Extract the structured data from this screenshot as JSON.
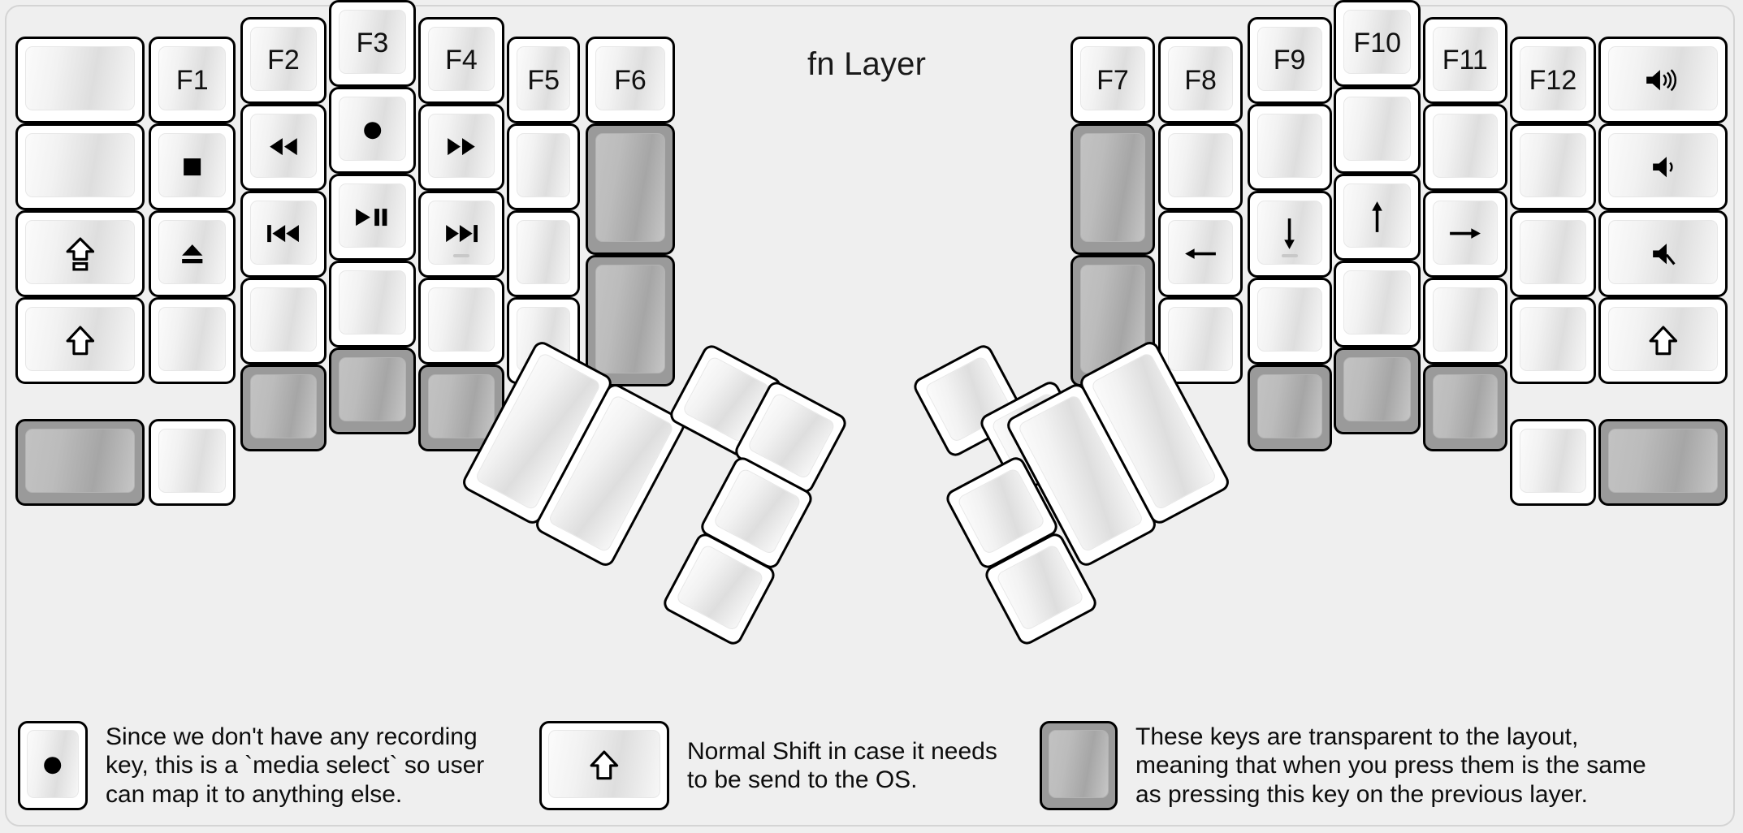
{
  "title": "fn Layer",
  "colors": {
    "background": "#efefef",
    "key_face": "#ffffff",
    "key_outline": "#000000",
    "transparent_key": "#9a9a9a"
  },
  "left_half": {
    "columns": [
      {
        "name": "col-1-outer",
        "keys": [
          {
            "label": "",
            "glyph": "",
            "transparent": false
          },
          {
            "label": "",
            "glyph": "",
            "transparent": false
          },
          {
            "label": "",
            "glyph": "caps-lock-icon",
            "transparent": false
          },
          {
            "label": "",
            "glyph": "shift-icon",
            "transparent": false
          },
          {
            "label": "",
            "glyph": "",
            "transparent": true
          }
        ]
      },
      {
        "name": "col-2-f1",
        "keys": [
          {
            "label": "F1",
            "glyph": "",
            "transparent": false
          },
          {
            "label": "",
            "glyph": "media-stop-icon",
            "transparent": false
          },
          {
            "label": "",
            "glyph": "media-eject-icon",
            "transparent": false
          },
          {
            "label": "",
            "glyph": "",
            "transparent": false
          },
          {
            "label": "",
            "glyph": "",
            "transparent": false
          }
        ]
      },
      {
        "name": "col-3-f2",
        "keys": [
          {
            "label": "F2",
            "glyph": "",
            "transparent": false
          },
          {
            "label": "",
            "glyph": "media-rewind-icon",
            "transparent": false
          },
          {
            "label": "",
            "glyph": "media-prev-track-icon",
            "transparent": false
          },
          {
            "label": "",
            "glyph": "",
            "transparent": false
          },
          {
            "label": "",
            "glyph": "",
            "transparent": true
          }
        ]
      },
      {
        "name": "col-4-f3",
        "keys": [
          {
            "label": "F3",
            "glyph": "",
            "transparent": false
          },
          {
            "label": "",
            "glyph": "media-record-icon",
            "transparent": false
          },
          {
            "label": "",
            "glyph": "media-play-pause-icon",
            "transparent": false
          },
          {
            "label": "",
            "glyph": "",
            "transparent": false
          },
          {
            "label": "",
            "glyph": "",
            "transparent": true
          }
        ]
      },
      {
        "name": "col-5-f4",
        "keys": [
          {
            "label": "F4",
            "glyph": "",
            "transparent": false
          },
          {
            "label": "",
            "glyph": "media-fast-forward-icon",
            "transparent": false
          },
          {
            "label": "",
            "glyph": "media-next-track-icon",
            "transparent": false,
            "homing": true
          },
          {
            "label": "",
            "glyph": "",
            "transparent": false
          },
          {
            "label": "",
            "glyph": "",
            "transparent": true
          }
        ]
      },
      {
        "name": "col-6-f5",
        "keys": [
          {
            "label": "F5",
            "glyph": "",
            "transparent": false
          },
          {
            "label": "",
            "glyph": "",
            "transparent": false
          },
          {
            "label": "",
            "glyph": "",
            "transparent": false
          },
          {
            "label": "",
            "glyph": "",
            "transparent": false
          }
        ]
      },
      {
        "name": "col-7-f6",
        "keys": [
          {
            "label": "F6",
            "glyph": "",
            "transparent": false
          },
          {
            "label": "",
            "glyph": "",
            "transparent": true,
            "tall": true
          },
          {
            "label": "",
            "glyph": "",
            "transparent": true,
            "tall": true
          }
        ]
      }
    ]
  },
  "right_half": {
    "columns": [
      {
        "name": "col-1-f7",
        "keys": [
          {
            "label": "F7",
            "glyph": "",
            "transparent": false
          },
          {
            "label": "",
            "glyph": "",
            "transparent": true,
            "tall": true
          },
          {
            "label": "",
            "glyph": "",
            "transparent": true,
            "tall": true
          }
        ]
      },
      {
        "name": "col-2-f8",
        "keys": [
          {
            "label": "F8",
            "glyph": "",
            "transparent": false
          },
          {
            "label": "",
            "glyph": "",
            "transparent": false
          },
          {
            "label": "",
            "glyph": "arrow-left-icon",
            "transparent": false
          },
          {
            "label": "",
            "glyph": "",
            "transparent": false
          }
        ]
      },
      {
        "name": "col-3-f9",
        "keys": [
          {
            "label": "F9",
            "glyph": "",
            "transparent": false
          },
          {
            "label": "",
            "glyph": "",
            "transparent": false
          },
          {
            "label": "",
            "glyph": "arrow-down-icon",
            "transparent": false,
            "homing": true
          },
          {
            "label": "",
            "glyph": "",
            "transparent": false
          },
          {
            "label": "",
            "glyph": "",
            "transparent": true
          }
        ]
      },
      {
        "name": "col-4-f10",
        "keys": [
          {
            "label": "F10",
            "glyph": "",
            "transparent": false
          },
          {
            "label": "",
            "glyph": "",
            "transparent": false
          },
          {
            "label": "",
            "glyph": "arrow-up-icon",
            "transparent": false
          },
          {
            "label": "",
            "glyph": "",
            "transparent": false
          },
          {
            "label": "",
            "glyph": "",
            "transparent": true
          }
        ]
      },
      {
        "name": "col-5-f11",
        "keys": [
          {
            "label": "F11",
            "glyph": "",
            "transparent": false
          },
          {
            "label": "",
            "glyph": "",
            "transparent": false
          },
          {
            "label": "",
            "glyph": "arrow-right-icon",
            "transparent": false
          },
          {
            "label": "",
            "glyph": "",
            "transparent": false
          },
          {
            "label": "",
            "glyph": "",
            "transparent": true
          }
        ]
      },
      {
        "name": "col-6-f12",
        "keys": [
          {
            "label": "F12",
            "glyph": "",
            "transparent": false
          },
          {
            "label": "",
            "glyph": "",
            "transparent": false
          },
          {
            "label": "",
            "glyph": "",
            "transparent": false
          },
          {
            "label": "",
            "glyph": "",
            "transparent": false
          },
          {
            "label": "",
            "glyph": "",
            "transparent": false
          }
        ]
      },
      {
        "name": "col-7-outer",
        "keys": [
          {
            "label": "",
            "glyph": "volume-up-icon",
            "transparent": false
          },
          {
            "label": "",
            "glyph": "volume-down-icon",
            "transparent": false
          },
          {
            "label": "",
            "glyph": "volume-mute-icon",
            "transparent": false
          },
          {
            "label": "",
            "glyph": "shift-icon",
            "transparent": false
          },
          {
            "label": "",
            "glyph": "",
            "transparent": true
          }
        ]
      }
    ]
  },
  "thumb_clusters": {
    "left": {
      "name": "left-thumb-cluster",
      "keys": [
        {
          "size": "2u",
          "transparent": false
        },
        {
          "size": "2u",
          "transparent": false
        },
        {
          "size": "1u",
          "transparent": false
        },
        {
          "size": "1u",
          "transparent": false
        },
        {
          "size": "1u",
          "transparent": false
        },
        {
          "size": "1u",
          "transparent": false
        }
      ]
    },
    "right": {
      "name": "right-thumb-cluster",
      "keys": [
        {
          "size": "1u",
          "transparent": false
        },
        {
          "size": "1u",
          "transparent": false
        },
        {
          "size": "1u",
          "transparent": false
        },
        {
          "size": "1u",
          "transparent": false
        },
        {
          "size": "2u",
          "transparent": false
        },
        {
          "size": "2u",
          "transparent": false
        }
      ]
    }
  },
  "legend": [
    {
      "key_glyph": "media-record-icon",
      "key_style": "normal",
      "text": "Since we don't have any recording\nkey, this is a `media select` so user\ncan map it to anything else."
    },
    {
      "key_glyph": "shift-icon",
      "key_style": "normal",
      "text": "Normal Shift in case it needs\nto be send to the OS."
    },
    {
      "key_glyph": "",
      "key_style": "transparent",
      "text": "These keys are transparent to the layout,\nmeaning that when you press them is the same\nas pressing this key on the previous layer."
    }
  ]
}
